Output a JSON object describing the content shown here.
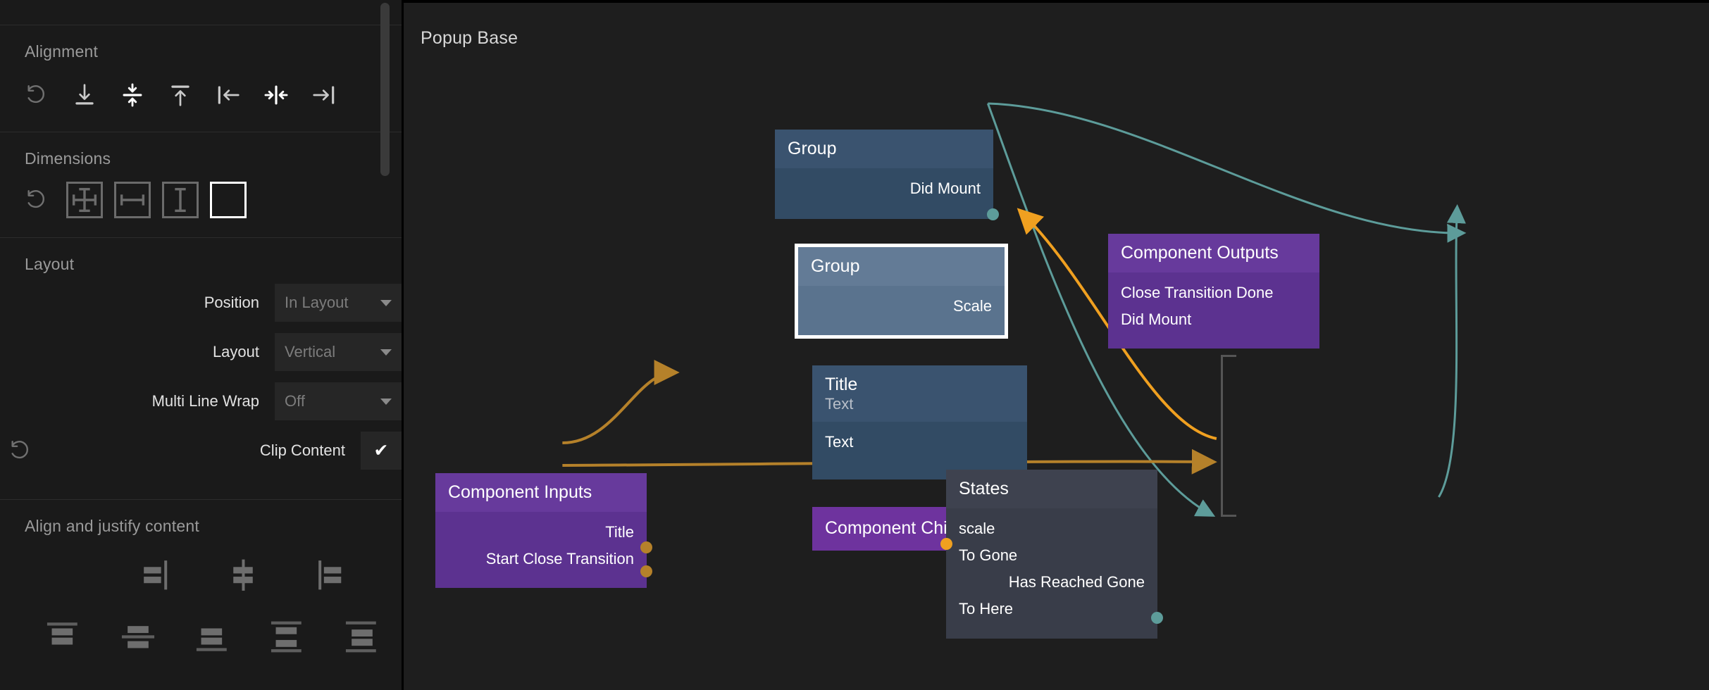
{
  "sidebar": {
    "sections": [
      {
        "title": "Alignment"
      },
      {
        "title": "Dimensions"
      },
      {
        "title": "Layout"
      },
      {
        "title": "Align and justify content"
      }
    ],
    "alignment": {
      "title": "Alignment",
      "buttons": [
        "reset-icon",
        "align-bottom-icon",
        "align-vertical-center-icon",
        "align-top-icon",
        "align-left-icon",
        "align-horizontal-center-icon",
        "align-right-icon"
      ]
    },
    "dimensions": {
      "title": "Dimensions",
      "buttons": [
        "reset-icon",
        "size-both-icon",
        "size-width-icon",
        "size-height-icon",
        "size-fixed-icon"
      ],
      "active_index": 4
    },
    "layout": {
      "title": "Layout",
      "rows": [
        {
          "label": "Position",
          "value": "In Layout",
          "type": "select"
        },
        {
          "label": "Layout",
          "value": "Vertical",
          "type": "select"
        },
        {
          "label": "Multi Line Wrap",
          "value": "Off",
          "type": "select"
        },
        {
          "label": "Clip Content",
          "value": "✔",
          "type": "checkbox",
          "reset": true
        }
      ]
    },
    "align_justify": {
      "title": "Align and justify content",
      "row1": [
        "align-content-start-icon",
        "align-content-center-icon",
        "align-content-end-icon"
      ],
      "row2": [
        "justify-start-icon",
        "justify-center-icon",
        "justify-end-icon",
        "justify-space-between-icon",
        "justify-space-around-icon",
        "justify-space-evenly-icon"
      ]
    },
    "scrollbar": "vertical-scrollbar"
  },
  "canvas": {
    "title": "Popup Base",
    "background": "#1e1e1e",
    "nodes": [
      {
        "id": "group-outer",
        "title": "Group",
        "kind": "blue",
        "outputs": [
          "Did Mount"
        ],
        "inputs": []
      },
      {
        "id": "group-inner",
        "title": "Group",
        "kind": "blue-light",
        "selected": true,
        "inputs": [
          "Scale"
        ],
        "outputs": []
      },
      {
        "id": "title-text",
        "title": "Title",
        "subtitle": "Text",
        "kind": "blue",
        "inputs": [
          "Text"
        ],
        "outputs": []
      },
      {
        "id": "component-children",
        "title": "Component Children",
        "kind": "purple-solid",
        "inputs": [],
        "outputs": []
      },
      {
        "id": "component-inputs",
        "title": "Component Inputs",
        "kind": "purple",
        "outputs": [
          "Title",
          "Start Close Transition"
        ],
        "inputs": []
      },
      {
        "id": "states",
        "title": "States",
        "kind": "gray",
        "inputs": [
          "scale",
          "To Gone",
          "To Here"
        ],
        "outputs": [
          "Has Reached Gone"
        ]
      },
      {
        "id": "component-outputs",
        "title": "Component Outputs",
        "kind": "purple",
        "inputs": [
          "Close Transition Done",
          "Did Mount"
        ],
        "outputs": []
      }
    ],
    "edges": [
      {
        "from": "group-outer.Did Mount",
        "to": "component-outputs.Did Mount",
        "color": "#5d9c9a"
      },
      {
        "from": "group-outer.Did Mount",
        "to": "states.To Here",
        "color": "#5d9c9a"
      },
      {
        "from": "states.Has Reached Gone",
        "to": "component-outputs.Close Transition Done",
        "color": "#5d9c9a"
      },
      {
        "from": "states.scale",
        "to": "group-inner.Scale",
        "color": "#f0a020"
      },
      {
        "from": "component-inputs.Title",
        "to": "title-text.Text",
        "color": "#b5812a"
      },
      {
        "from": "component-inputs.Start Close Transition",
        "to": "states.To Gone",
        "color": "#b5812a"
      }
    ],
    "colors": {
      "teal": "#5d9c9a",
      "orange": "#f0a020",
      "amber": "#b5812a",
      "node_blue_header": "#3a536f",
      "node_blue_body": "#324b64",
      "node_blue_light_header": "#637b96",
      "node_blue_light_body": "#5a738e",
      "node_purple_header": "#673a9c",
      "node_purple_body": "#5c3290",
      "node_purple_solid": "#6e339e",
      "node_gray_header": "#3e424f",
      "node_gray_body": "#393d49",
      "selection": "#ffffff"
    }
  }
}
